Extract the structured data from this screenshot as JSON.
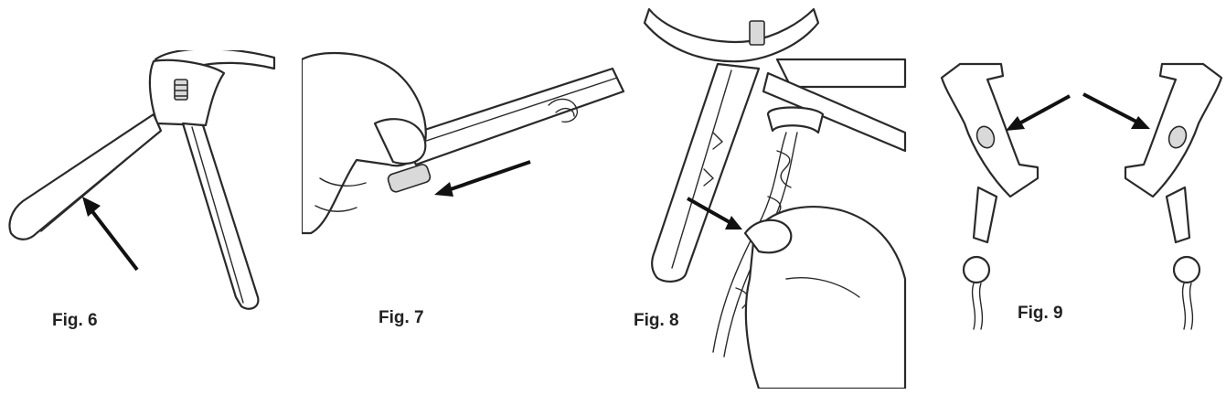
{
  "figures": [
    {
      "label": "Fig. 6"
    },
    {
      "label": "Fig. 7"
    },
    {
      "label": "Fig. 8"
    },
    {
      "label": "Fig. 9"
    }
  ]
}
